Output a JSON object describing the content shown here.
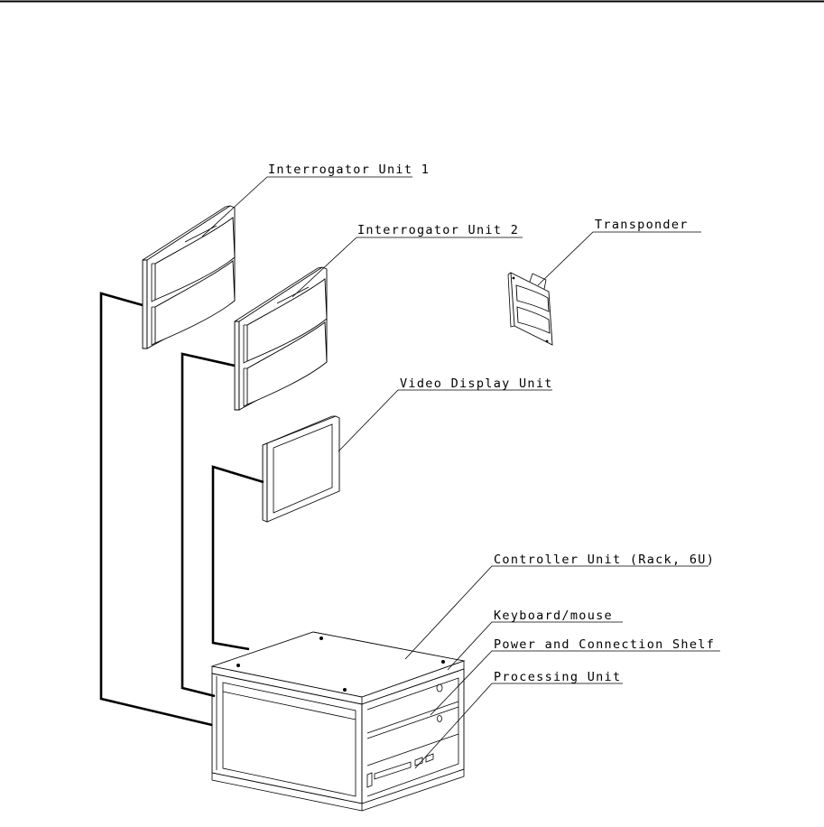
{
  "labels": {
    "interrogator_1": "Interrogator Unit 1",
    "interrogator_2": "Interrogator Unit 2",
    "transponder": "Transponder",
    "video_display": "Video Display Unit",
    "controller": "Controller Unit (Rack, 6U)",
    "keyboard": "Keyboard/mouse",
    "power_shelf": "Power and Connection Shelf",
    "processing": "Processing Unit"
  }
}
